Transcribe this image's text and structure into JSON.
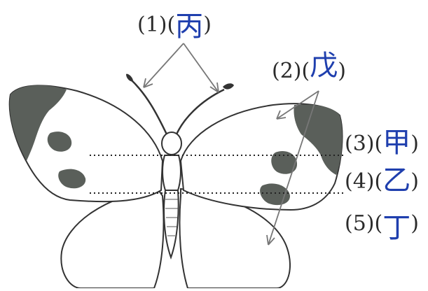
{
  "labels": [
    {
      "num": "(1)(",
      "answer": "丙",
      "close": ")"
    },
    {
      "num": "(2)(",
      "answer": "戊",
      "close": ")"
    },
    {
      "num": "(3)(",
      "answer": "甲",
      "close": ")"
    },
    {
      "num": "(4)(",
      "answer": "乙",
      "close": ")"
    },
    {
      "num": "(5)(",
      "answer": "丁",
      "close": ")"
    }
  ],
  "colors": {
    "answer_ink": "#1f3fae",
    "wing_spot": "#5a5f5a",
    "outline": "#333333"
  }
}
